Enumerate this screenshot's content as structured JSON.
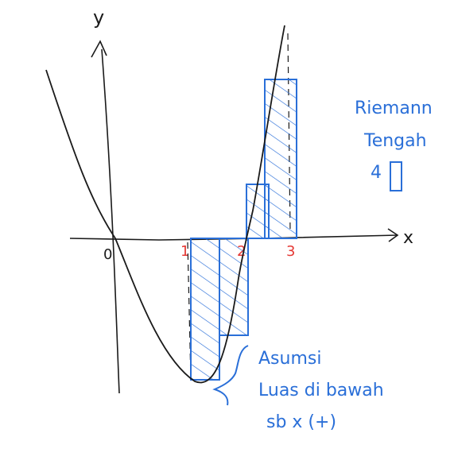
{
  "axes": {
    "x_label": "x",
    "y_label": "y",
    "origin_label": "0",
    "tick_labels": [
      "1",
      "2",
      "3"
    ]
  },
  "notes": {
    "method_line1": "Riemann",
    "method_line2": "Tengah",
    "count": "4",
    "assumption_line1": "Asumsi",
    "assumption_line2": "Luas di bawah",
    "assumption_line3": "sb x (+)"
  },
  "colors": {
    "ink": "#1a1a1a",
    "blue": "#2a6fd8",
    "red": "#e53935"
  }
}
